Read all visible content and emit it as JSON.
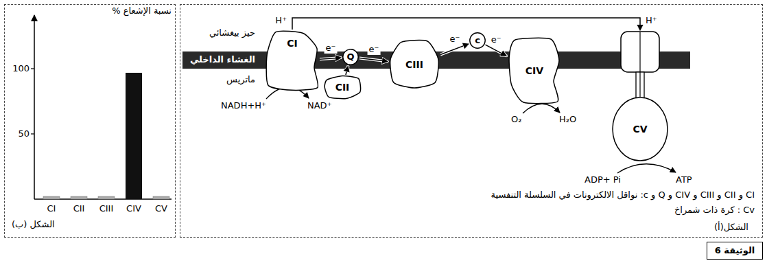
{
  "diagram": {
    "nodes": [
      {
        "text": [
          "الشكل(أ)"
        ]
      },
      {
        "text": [
          "CI"
        ],
        "in": 0
      },
      {
        "text": [
          "Q"
        ],
        "in": 0
      },
      {
        "text": [
          "CII"
        ],
        "in": 0
      },
      {
        "text": [
          "CIII"
        ],
        "in": 0
      },
      {
        "text": [
          "c"
        ],
        "in": 0
      },
      {
        "text": [
          "CIV"
        ],
        "in": 0
      },
      {
        "text": [
          "CV"
        ],
        "in": 0
      },
      {
        "text": [
          "الشكل (ب)"
        ]
      },
      {
        "text": [
          "الوثيقة 6"
        ]
      }
    ],
    "edges": [
      {
        "from": 1,
        "to": 2,
        "label": "e⁻",
        "arrow": "to"
      },
      {
        "from": 3,
        "to": 2,
        "arrow": "to"
      },
      {
        "from": 2,
        "to": 4,
        "label": "e⁻",
        "arrow": "to"
      },
      {
        "from": 4,
        "to": 5,
        "label": "e⁻",
        "arrow": "to"
      },
      {
        "from": 5,
        "to": 6,
        "label": "e⁻",
        "arrow": "to"
      },
      {
        "from": 1,
        "to": 7,
        "label": "H⁺",
        "arrow": "to"
      }
    ],
    "labels": [
      "H⁺",
      "حيز بيغشائي",
      "الغشاء الداخلي",
      "ماتريس",
      "NADH+H⁺",
      "NAD⁺",
      "O₂",
      "H₂O",
      "ADP+ Pi",
      "ATP",
      "CI و CII و CIII و CIV و Q و c: نواقل الالكترونات في السلسلة التنفسية",
      "Cv : كرة ذات شمراخ",
      "نسبة الإشعاع %",
      "100",
      "50",
      "CI",
      "CII",
      "CIII",
      "CIV",
      "CV"
    ]
  }
}
